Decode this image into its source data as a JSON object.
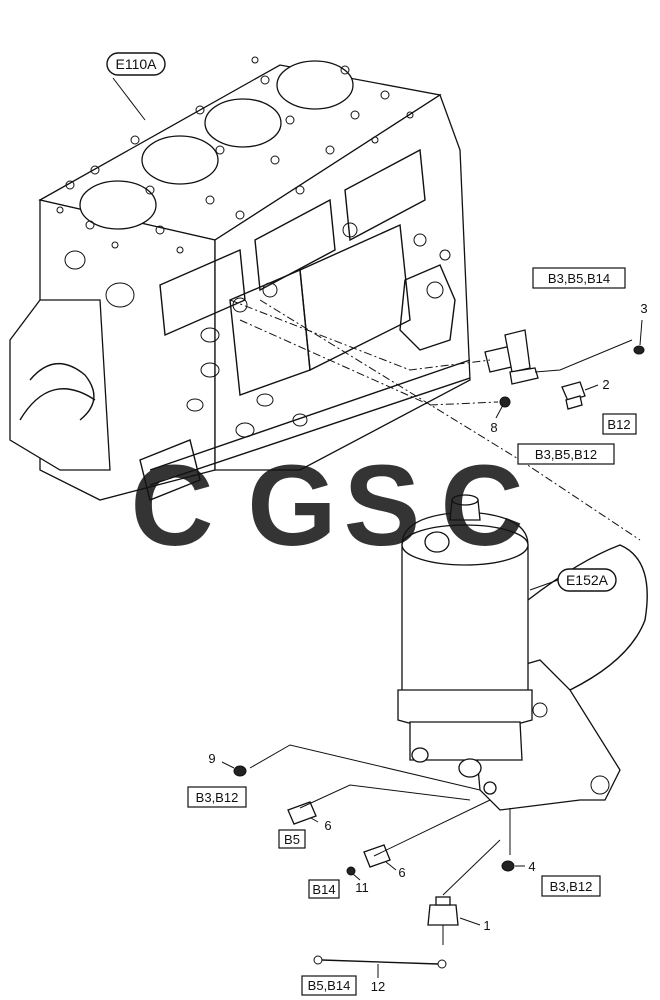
{
  "callouts": {
    "engine_block": "E110A",
    "oil_filter": "E152A"
  },
  "groups": {
    "g_top": "B3,B5,B14",
    "g_b12": "B12",
    "g_mid": "B3,B5,B12",
    "g_9": "B3,B12",
    "g_b5": "B5",
    "g_b14": "B14",
    "g_4": "B3,B12",
    "g_12": "B5,B14"
  },
  "numbers": {
    "n3": "3",
    "n2": "2",
    "n8": "8",
    "n9": "9",
    "n6a": "6",
    "n6b": "6",
    "n11": "11",
    "n4": "4",
    "n1": "1",
    "n12": "12"
  },
  "watermark": {
    "letters": [
      "C",
      "G",
      "S",
      "C"
    ],
    "colors": [
      "#5b8ff9",
      "#f07c7c",
      "#f5d56a",
      "#5cbf8f"
    ]
  }
}
